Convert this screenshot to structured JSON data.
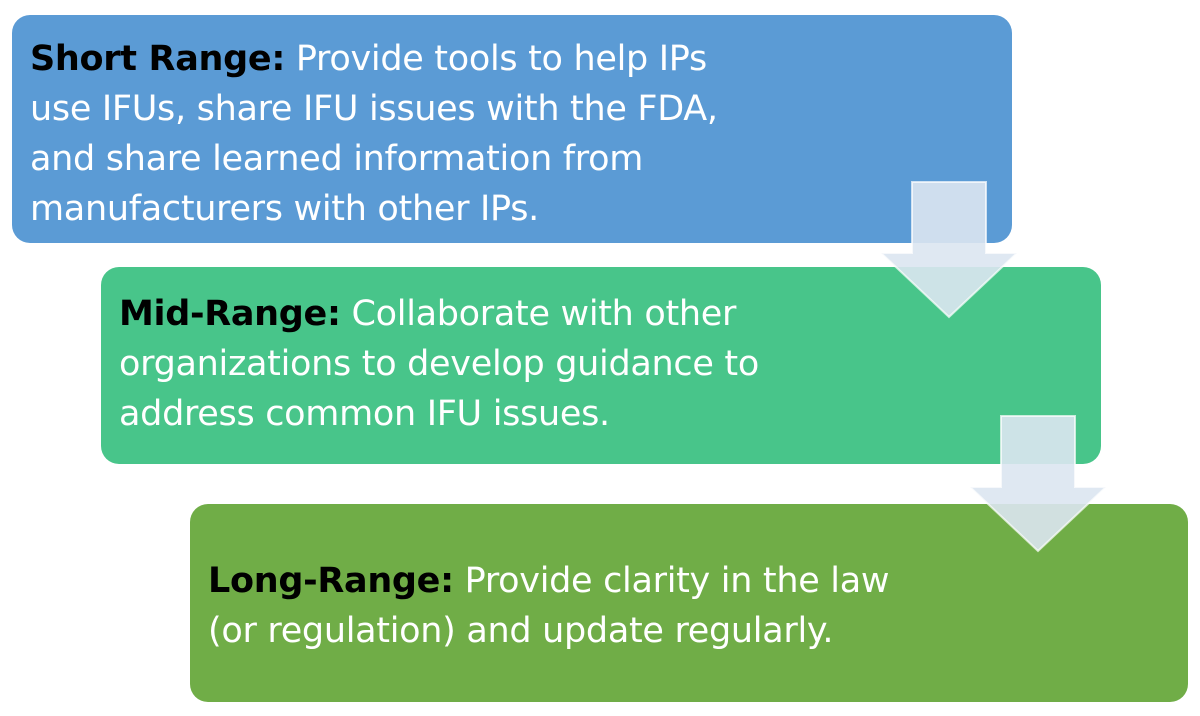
{
  "steps": [
    {
      "heading": "Short Range:",
      "lines": [
        " Provide tools to help IPs",
        "use IFUs, share IFU issues with the FDA,",
        "and share learned information from",
        "manufacturers with other IPs."
      ],
      "color": "#5b9bd5"
    },
    {
      "heading": "Mid-Range:",
      "lines": [
        " Collaborate with other",
        "organizations to develop guidance to",
        "address common IFU issues."
      ],
      "color": "#48c58a"
    },
    {
      "heading": "Long-Range:",
      "lines": [
        " Provide clarity in the law",
        "(or regulation) and update regularly."
      ],
      "color": "#70ad47"
    }
  ],
  "connector_color": "#dbe6f1"
}
